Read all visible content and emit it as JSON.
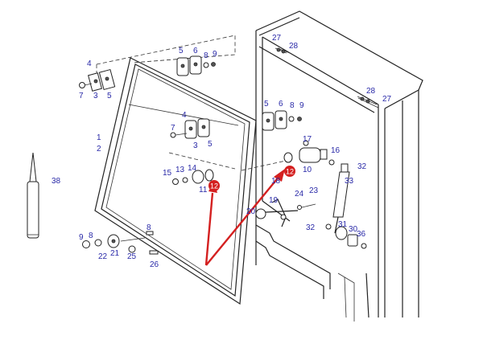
{
  "diagram": {
    "labels": {
      "l1": "1",
      "l2": "2",
      "l3a": "3",
      "l3b": "3",
      "l4a": "4",
      "l4b": "4",
      "l5a": "5",
      "l5b": "5",
      "l5c": "5",
      "l5d": "5",
      "l6a": "6",
      "l6b": "6",
      "l7a": "7",
      "l7b": "7",
      "l8a": "8",
      "l8b": "8",
      "l8c": "8",
      "l8d": "8",
      "l9a": "9",
      "l9b": "9",
      "l9c": "9",
      "l10": "10",
      "l11": "11",
      "l12a": "12",
      "l12b": "12",
      "l13": "13",
      "l14": "14",
      "l15": "15",
      "l16": "16",
      "l17": "17",
      "l18": "18",
      "l19": "19",
      "l20": "20",
      "l21": "21",
      "l22": "22",
      "l23": "23",
      "l24": "24",
      "l25": "25",
      "l26": "26",
      "l27a": "27",
      "l27b": "27",
      "l28a": "28",
      "l28b": "28",
      "l30": "30",
      "l31": "31",
      "l32a": "32",
      "l32b": "32",
      "l33": "33",
      "l36": "36",
      "l38": "38"
    },
    "colors": {
      "label": "#2a2aa8",
      "arrow": "#d42020",
      "line": "#222222"
    }
  }
}
